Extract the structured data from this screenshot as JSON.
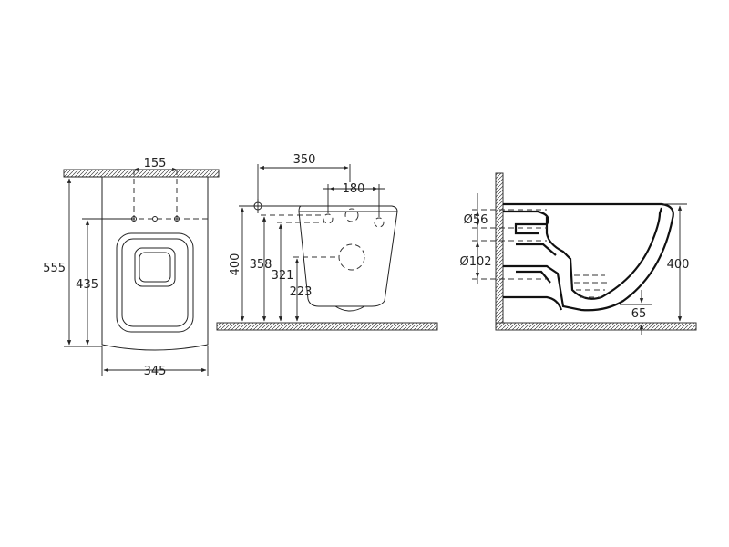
{
  "front_view": {
    "dim_width": "345",
    "dim_height_total": "555",
    "dim_height_fixing": "435",
    "dim_fixing_spacing": "155"
  },
  "side_view": {
    "dim_projection": "350",
    "dim_bolt_spacing": "180",
    "dim_height": "400",
    "dim_inlet_height": "358",
    "dim_outlet_height": "321",
    "dim_lower_height": "223"
  },
  "section_view": {
    "dim_inlet_diameter": "Ø56",
    "dim_outlet_diameter": "Ø102",
    "dim_height": "400",
    "dim_water_depth": "65"
  }
}
